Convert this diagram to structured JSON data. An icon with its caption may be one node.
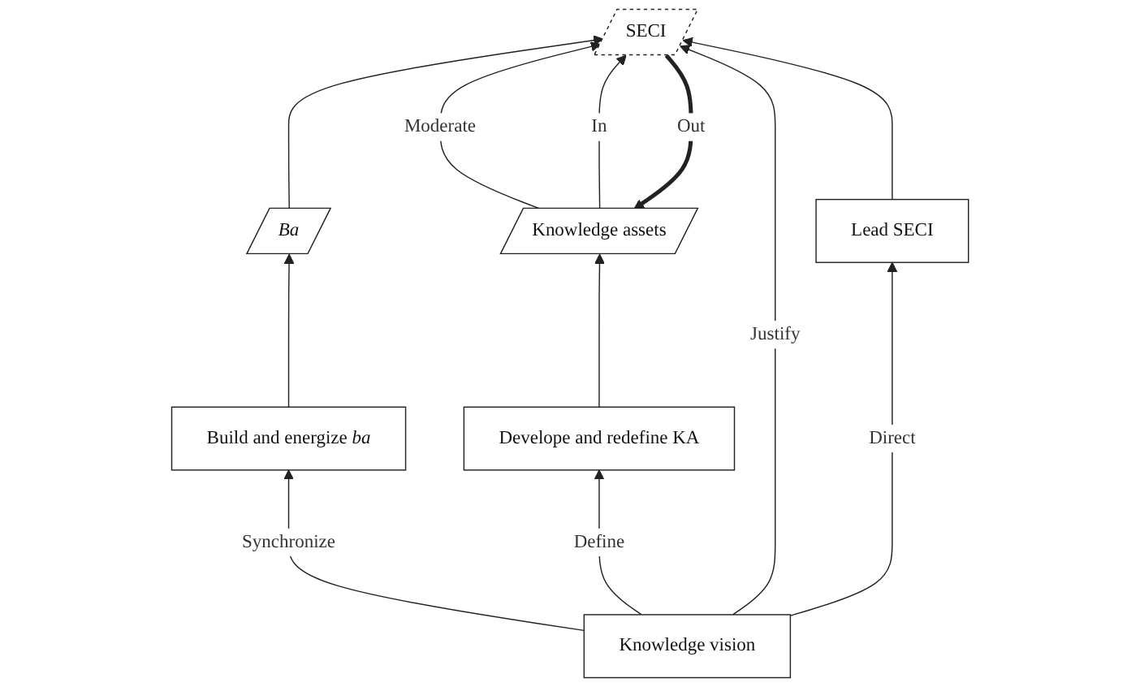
{
  "diagram": {
    "nodes": [
      {
        "text": [
          "Ba"
        ]
      },
      {
        "text": [
          "SECI"
        ]
      },
      {
        "text": [
          "Build and energize *ba*"
        ]
      },
      {
        "text": [
          "Lead SECI"
        ]
      },
      {
        "text": [
          "Knowledge assets"
        ]
      },
      {
        "text": [
          "Develope and redefine KA"
        ]
      },
      {
        "text": [
          "Knowledge vision"
        ]
      }
    ],
    "edges": [
      {
        "from": 0,
        "to": 1,
        "arrow": "to"
      },
      {
        "from": 2,
        "to": 0,
        "arrow": "to"
      },
      {
        "from": 4,
        "to": 1,
        "arrow": "to",
        "label": "Moderate"
      },
      {
        "from": 4,
        "to": 1,
        "arrow": "to",
        "label": "In"
      },
      {
        "from": 1,
        "to": 4,
        "arrow": "to",
        "label": "Out",
        "style": "thick"
      },
      {
        "from": 3,
        "to": 1,
        "arrow": "to"
      },
      {
        "from": 5,
        "to": 4,
        "arrow": "to"
      },
      {
        "from": 6,
        "to": 2,
        "arrow": "to",
        "label": "Synchronize"
      },
      {
        "from": 6,
        "to": 5,
        "arrow": "to",
        "label": "Define"
      },
      {
        "from": 6,
        "to": 1,
        "arrow": "to",
        "label": "Justify"
      },
      {
        "from": 6,
        "to": 3,
        "arrow": "to",
        "label": "Direct"
      }
    ]
  }
}
